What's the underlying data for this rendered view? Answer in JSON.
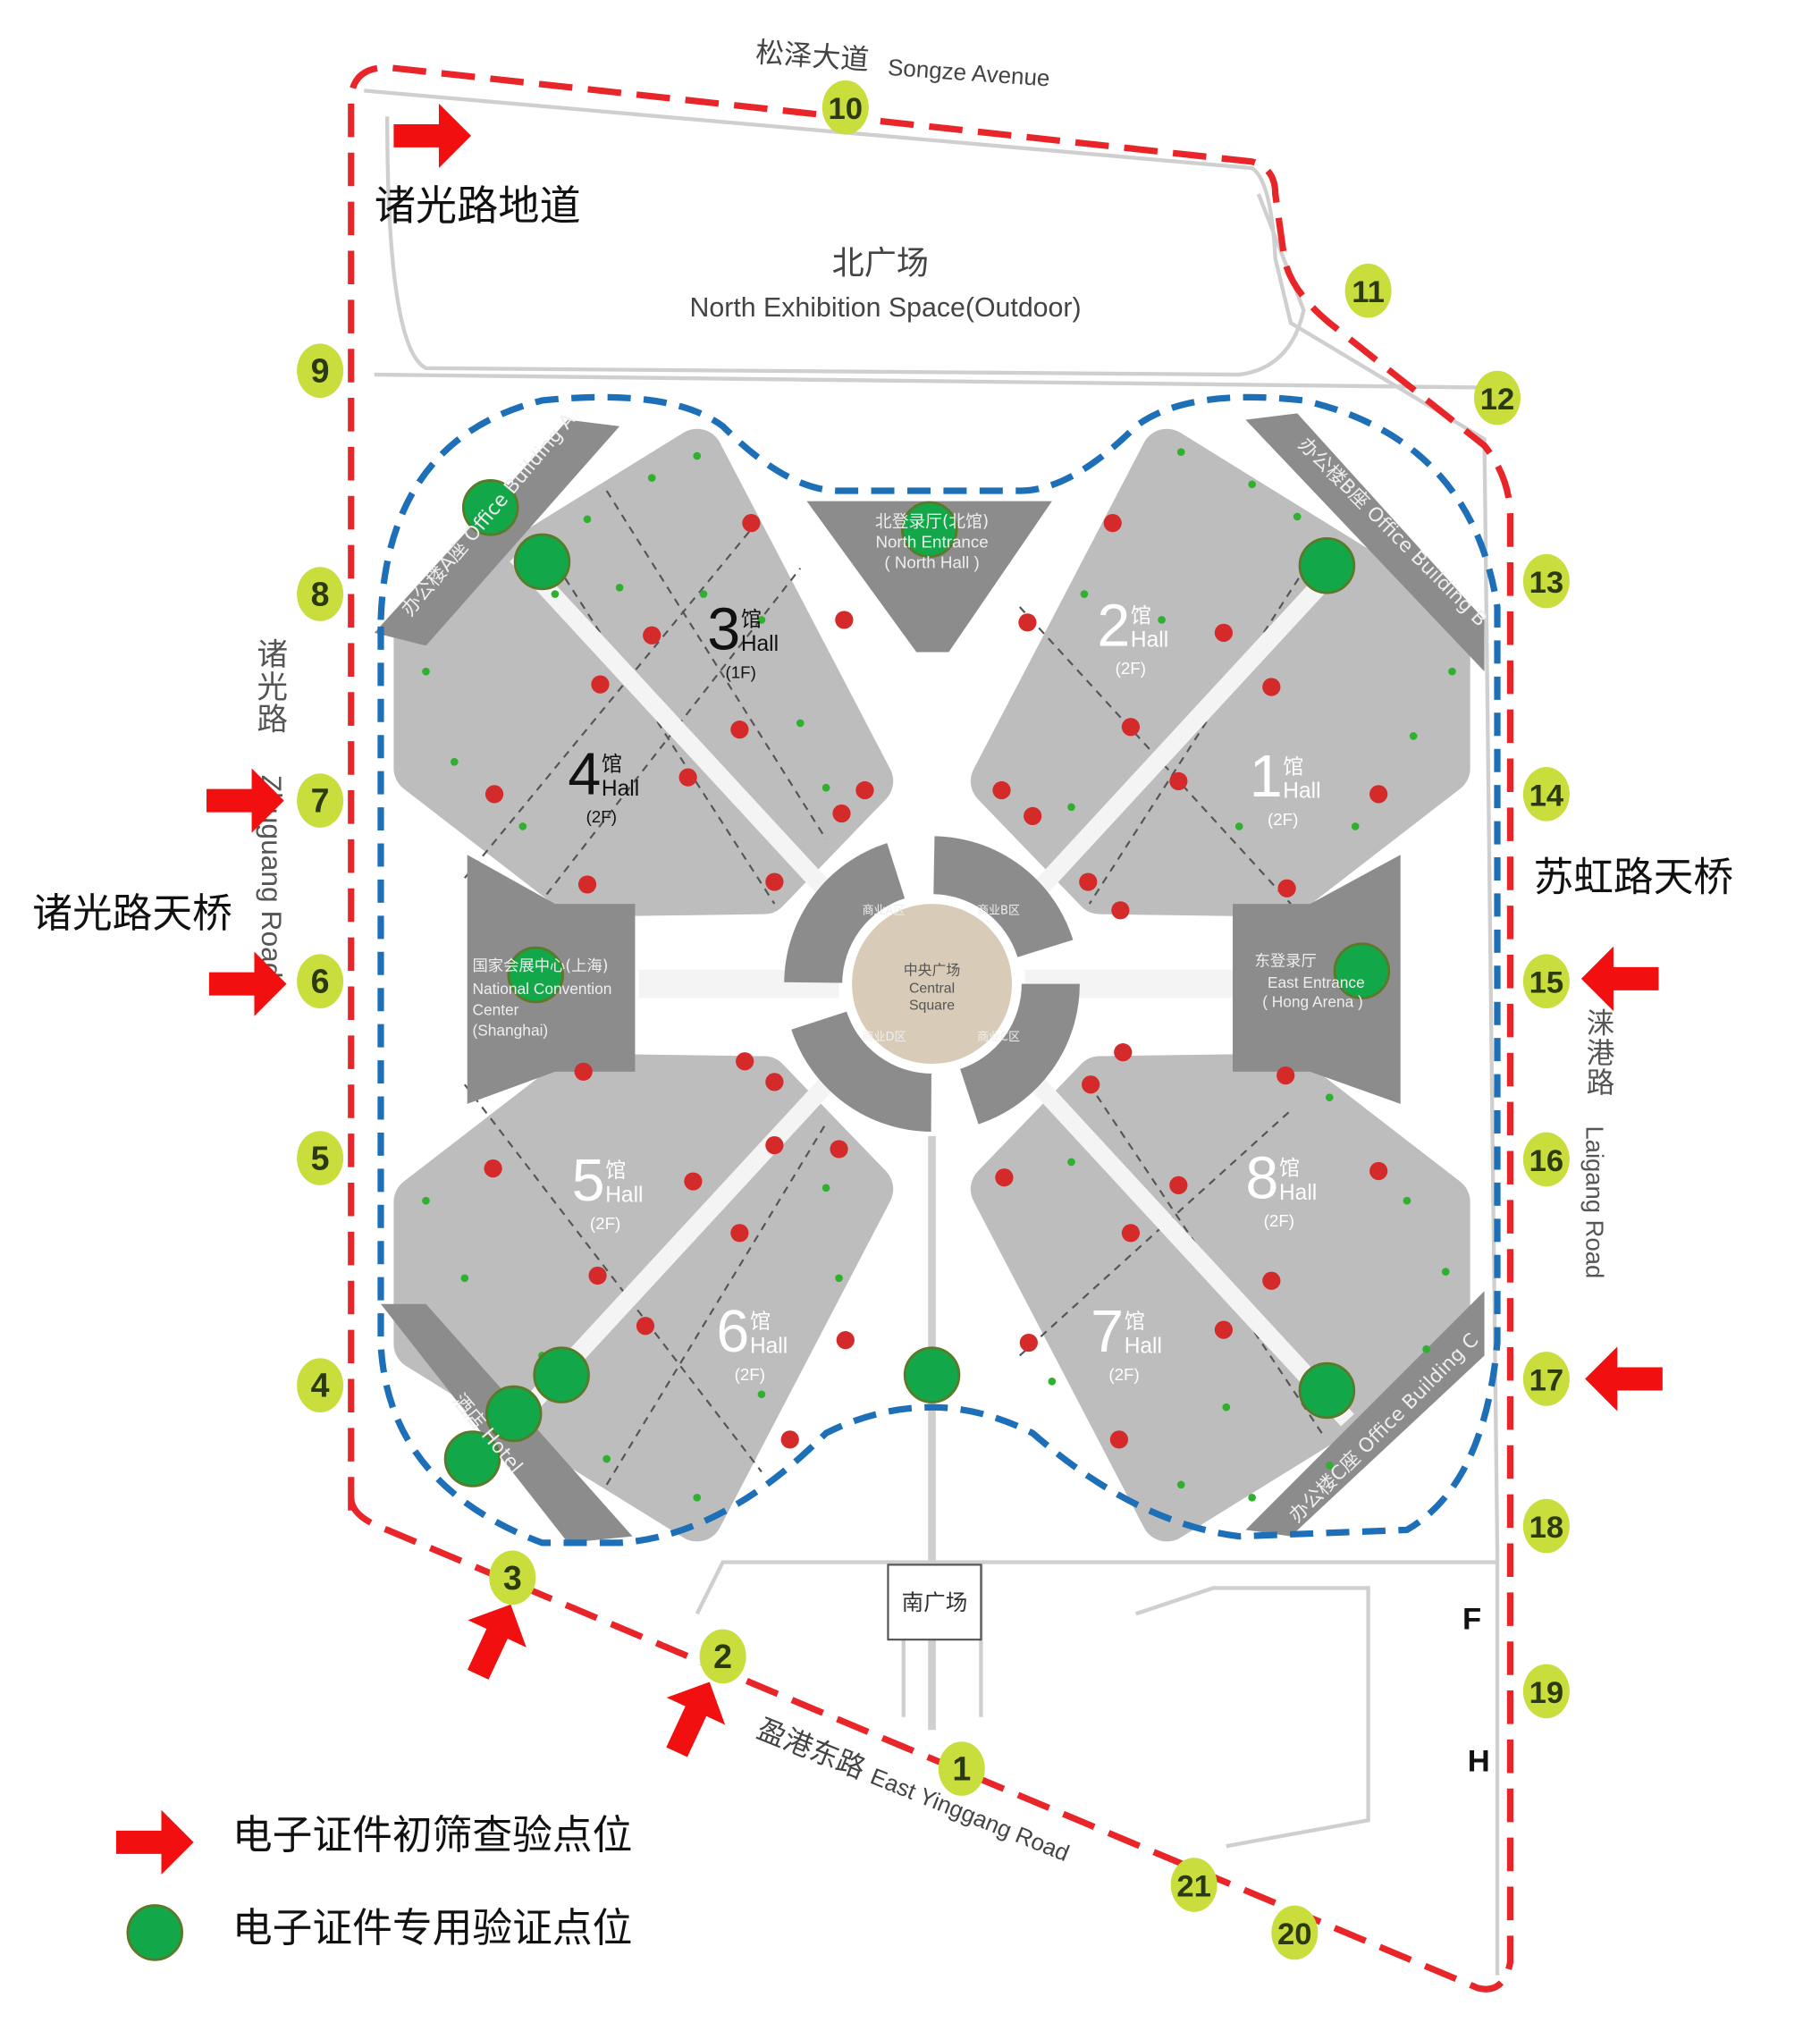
{
  "roads": {
    "north_cn": "松泽大道",
    "north_en": "Songze Avenue",
    "west_cn": "诸光路",
    "west_en": "Zhuguang Road",
    "east_cn": "涞港路",
    "east_en": "Laigang Road",
    "south_cn": "盈港东路",
    "south_en": "East Yinggang Road"
  },
  "crossings": {
    "zhuguang_underpass": "诸光路地道",
    "zhuguang_bridge": "诸光路天桥",
    "suhong_bridge": "苏虹路天桥"
  },
  "areas": {
    "north_plaza_cn": "北广场",
    "north_plaza_en": "North Exhibition Space(Outdoor)",
    "south_plaza_cn": "南广场",
    "central_cn": "中央广场",
    "central_en1": "Central",
    "central_en2": "Square",
    "north_entrance": [
      "北登录厅(北馆)",
      "North Entrance",
      "( North Hall )"
    ],
    "west_entrance": [
      "国家会展中心(上海)",
      "National Convention",
      "Center",
      "(Shanghai)"
    ],
    "east_entrance": [
      "东登录厅",
      "East Entrance",
      "( Hong Arena )"
    ],
    "office_a": "办公楼A座  Office Building A",
    "office_b": "办公楼B座  Office Building B",
    "office_c": "办公楼C座  Office Building C",
    "hotel": "酒店  Hotel",
    "plaza_a": "商业A区",
    "plaza_b": "商业B区",
    "plaza_c": "商业C区",
    "plaza_d": "商业D区",
    "parking_f": "F",
    "parking_h": "H"
  },
  "halls": [
    {
      "num": "3",
      "cn": "馆",
      "en": "Hall",
      "floor": "(1F)"
    },
    {
      "num": "4",
      "cn": "馆",
      "en": "Hall",
      "floor": "(2F)"
    },
    {
      "num": "2",
      "cn": "馆",
      "en": "Hall",
      "floor": "(2F)"
    },
    {
      "num": "1",
      "cn": "馆",
      "en": "Hall",
      "floor": "(2F)"
    },
    {
      "num": "5",
      "cn": "馆",
      "en": "Hall",
      "floor": "(2F)"
    },
    {
      "num": "6",
      "cn": "馆",
      "en": "Hall",
      "floor": "(2F)"
    },
    {
      "num": "7",
      "cn": "馆",
      "en": "Hall",
      "floor": "(2F)"
    },
    {
      "num": "8",
      "cn": "馆",
      "en": "Hall",
      "floor": "(2F)"
    }
  ],
  "gates": [
    "1",
    "2",
    "3",
    "4",
    "5",
    "6",
    "7",
    "8",
    "9",
    "10",
    "11",
    "12",
    "13",
    "14",
    "15",
    "16",
    "17",
    "18",
    "19",
    "20",
    "21"
  ],
  "legend": {
    "arrow_label": "电子证件初筛查验点位",
    "dot_label": "电子证件专用验证点位"
  },
  "colors": {
    "perimeter": "#e8262a",
    "inner_boundary": "#1d6fb8",
    "gate_badge": "#c9dd3c",
    "verify_dot": "#12a84a",
    "arrow": "#f20f0f",
    "hall_fill": "#bdbdbd",
    "building_fill": "#8c8c8c",
    "central": "#d8ccb8"
  }
}
